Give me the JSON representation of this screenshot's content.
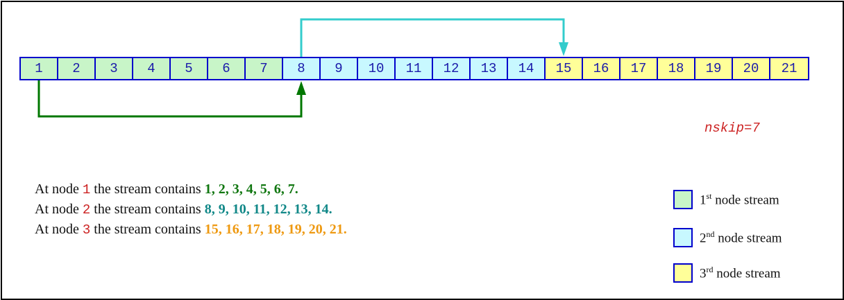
{
  "cells": [
    {
      "label": "1",
      "stream": 1
    },
    {
      "label": "2",
      "stream": 1
    },
    {
      "label": "3",
      "stream": 1
    },
    {
      "label": "4",
      "stream": 1
    },
    {
      "label": "5",
      "stream": 1
    },
    {
      "label": "6",
      "stream": 1
    },
    {
      "label": "7",
      "stream": 1
    },
    {
      "label": "8",
      "stream": 2
    },
    {
      "label": "9",
      "stream": 2
    },
    {
      "label": "10",
      "stream": 2
    },
    {
      "label": "11",
      "stream": 2
    },
    {
      "label": "12",
      "stream": 2
    },
    {
      "label": "13",
      "stream": 2
    },
    {
      "label": "14",
      "stream": 2
    },
    {
      "label": "15",
      "stream": 3
    },
    {
      "label": "16",
      "stream": 3
    },
    {
      "label": "17",
      "stream": 3
    },
    {
      "label": "18",
      "stream": 3
    },
    {
      "label": "19",
      "stream": 3
    },
    {
      "label": "20",
      "stream": 3
    },
    {
      "label": "21",
      "stream": 3
    }
  ],
  "colors": {
    "stream1_fill": "#c8f5c8",
    "stream2_fill": "#c8f8ff",
    "stream3_fill": "#ffff99",
    "cell_border": "#0000cc",
    "cell_text": "#1a1aaa",
    "arrow1": "#007700",
    "arrow2": "#33cccc",
    "node_number": "#cc2222",
    "stream1_text": "#117711",
    "stream2_text": "#118888",
    "stream3_text": "#ee9911"
  },
  "arrows": [
    {
      "from": "1",
      "to": "8",
      "color_key": "arrow1",
      "route": "below"
    },
    {
      "from": "8",
      "to": "15",
      "color_key": "arrow2",
      "route": "above"
    }
  ],
  "nskip_label": "nskip=7",
  "lines": [
    {
      "prefix": "At node ",
      "node": "1",
      "middle": " the stream contains ",
      "numbers": "1, 2, 3, 4, 5, 6, 7.",
      "color_key": "stream1_text"
    },
    {
      "prefix": "At node ",
      "node": "2",
      "middle": " the stream contains ",
      "numbers": "8, 9, 10, 11, 12, 13, 14.",
      "color_key": "stream2_text"
    },
    {
      "prefix": "At node ",
      "node": "3",
      "middle": " the stream contains ",
      "numbers": "15, 16, 17, 18, 19, 20, 21.",
      "color_key": "stream3_text"
    }
  ],
  "legend": [
    {
      "num": "1",
      "sup": "st",
      "text": " node stream",
      "fill_key": "stream1_fill"
    },
    {
      "num": "2",
      "sup": "nd",
      "text": " node stream",
      "fill_key": "stream2_fill"
    },
    {
      "num": "3",
      "sup": "rd",
      "text": " node stream",
      "fill_key": "stream3_fill"
    }
  ]
}
